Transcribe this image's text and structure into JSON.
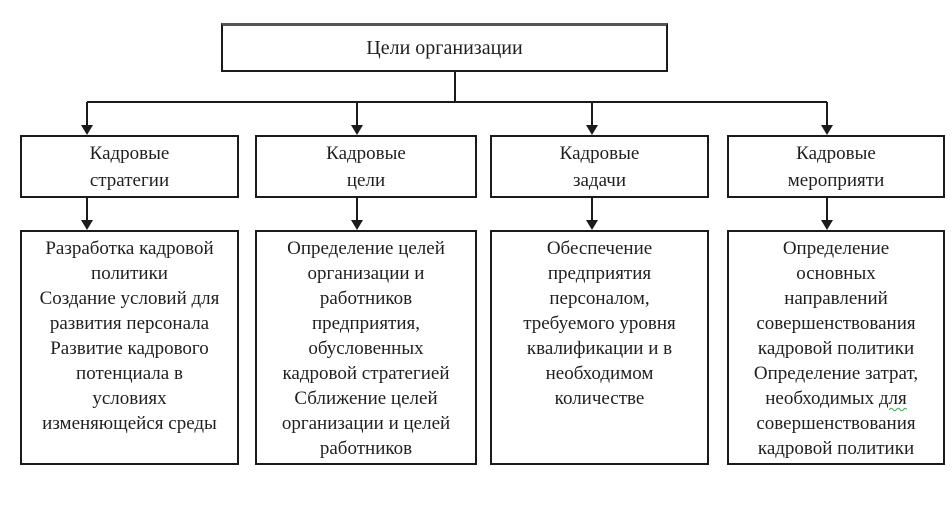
{
  "root": {
    "label": "Цели организации"
  },
  "columns": [
    {
      "id": "hr-strategies",
      "header": "Кадровые\nстратегии",
      "body": "Разработка кадровой\nполитики\nСоздание условий для\nразвития персонала\nРазвитие кадрового\nпотенциала в\nусловиях\nизменяющейся среды"
    },
    {
      "id": "hr-goals",
      "header": "Кадровые\nцели",
      "body": "Определение целей\nорганизации и\nработников\nпредприятия,\nобусловенных\nкадровой стратегией\nСближение целей\nорганизации и целей\nработников"
    },
    {
      "id": "hr-tasks",
      "header": "Кадровые\nзадачи",
      "body": "Обеспечение\nпредприятия\nперсоналом,\nтребуемого уровня\nквалификации и в\nнеобходимом\nколичестве"
    },
    {
      "id": "hr-activities",
      "header": "Кадровые\nмероприяти",
      "body_before": "Определение\nосновных\nнаправлений\nсовершенствования\nкадровой политики\nОпределение затрат,\nнеобходимых ",
      "underlined_word": "для",
      "body_after": "\nсовершенствования\nкадровой политики"
    }
  ],
  "colors": {
    "line": "#1b1b1b",
    "text": "#1f1f1f",
    "spellcheck_underline": "#2fae4a",
    "background": "#ffffff"
  }
}
